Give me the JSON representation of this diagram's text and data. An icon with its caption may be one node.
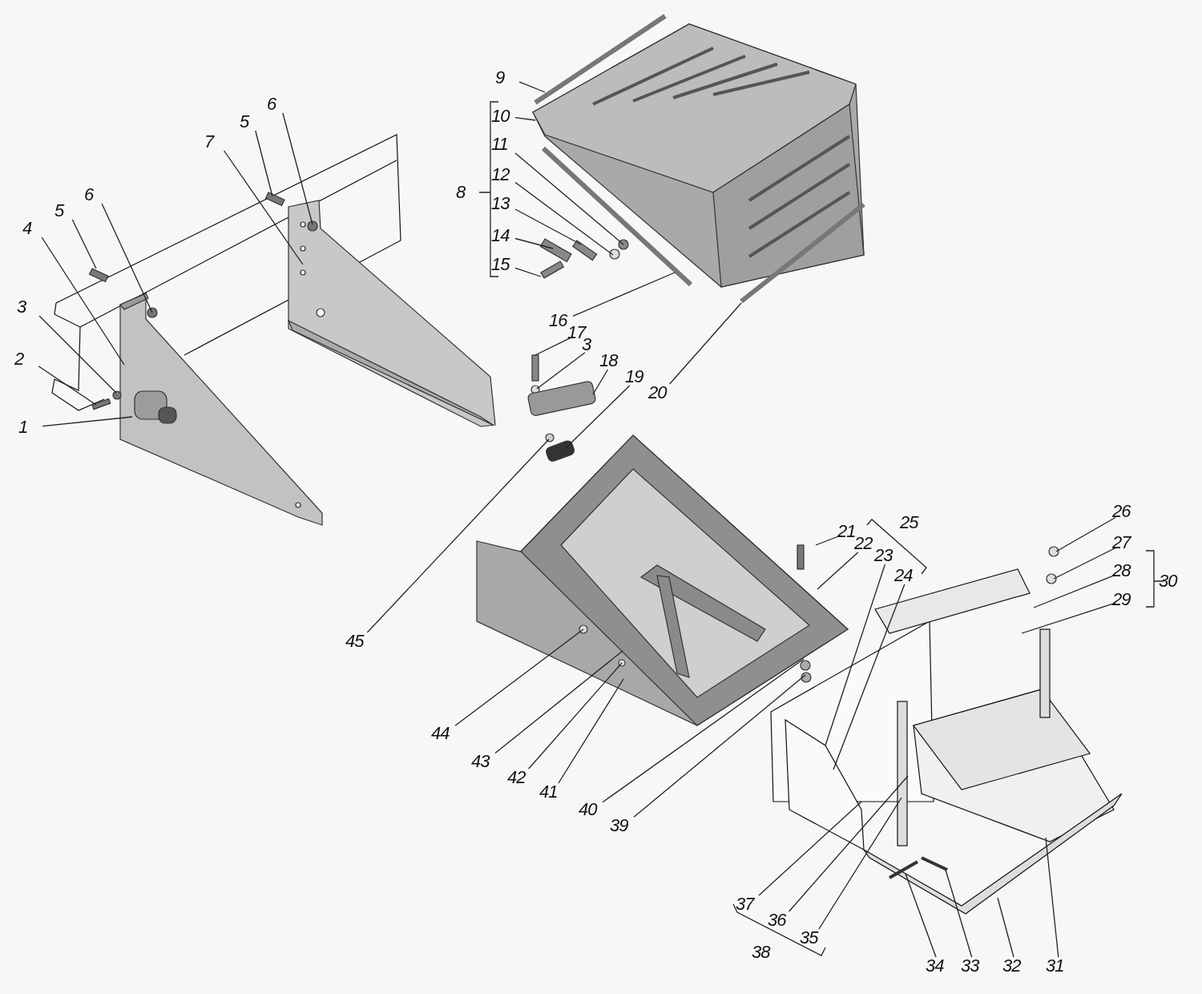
{
  "diagram": {
    "nodes": [
      {
        "text": [
          "1"
        ]
      },
      {
        "text": [
          "2"
        ]
      },
      {
        "text": [
          "3"
        ]
      },
      {
        "text": [
          "4"
        ]
      },
      {
        "text": [
          "5"
        ]
      },
      {
        "text": [
          "6"
        ]
      },
      {
        "text": [
          "7"
        ]
      },
      {
        "text": [
          "5"
        ]
      },
      {
        "text": [
          "6"
        ]
      },
      {
        "text": [
          "9"
        ]
      },
      {
        "text": [
          "10"
        ]
      },
      {
        "text": [
          "11"
        ]
      },
      {
        "text": [
          "12"
        ]
      },
      {
        "text": [
          "13"
        ]
      },
      {
        "text": [
          "14"
        ]
      },
      {
        "text": [
          "15"
        ]
      },
      {
        "text": [
          "16"
        ]
      },
      {
        "text": [
          "17"
        ]
      },
      {
        "text": [
          "3"
        ]
      },
      {
        "text": [
          "18"
        ]
      },
      {
        "text": [
          "19"
        ]
      },
      {
        "text": [
          "20"
        ]
      },
      {
        "text": [
          "21"
        ]
      },
      {
        "text": [
          "22"
        ]
      },
      {
        "text": [
          "23"
        ]
      },
      {
        "text": [
          "24"
        ]
      },
      {
        "text": [
          "26"
        ]
      },
      {
        "text": [
          "27"
        ]
      },
      {
        "text": [
          "28"
        ]
      },
      {
        "text": [
          "29"
        ]
      },
      {
        "text": [
          "31"
        ]
      },
      {
        "text": [
          "32"
        ]
      },
      {
        "text": [
          "33"
        ]
      },
      {
        "text": [
          "34"
        ]
      },
      {
        "text": [
          "35"
        ]
      },
      {
        "text": [
          "36"
        ]
      },
      {
        "text": [
          "37"
        ]
      },
      {
        "text": [
          "39"
        ]
      },
      {
        "text": [
          "40"
        ]
      },
      {
        "text": [
          "41"
        ]
      },
      {
        "text": [
          "42"
        ]
      },
      {
        "text": [
          "43"
        ]
      },
      {
        "text": [
          "44"
        ]
      },
      {
        "text": [
          "45"
        ]
      }
    ],
    "edges": [
      {
        "from": 0,
        "to": null,
        "arrow": "none"
      },
      {
        "from": 1,
        "to": null,
        "arrow": "none"
      },
      {
        "from": 2,
        "to": null,
        "arrow": "none"
      },
      {
        "from": 3,
        "to": null,
        "arrow": "none"
      },
      {
        "from": 4,
        "to": null,
        "arrow": "none"
      },
      {
        "from": 5,
        "to": null,
        "arrow": "none"
      },
      {
        "from": 6,
        "to": null,
        "arrow": "none"
      },
      {
        "from": 7,
        "to": null,
        "arrow": "none"
      },
      {
        "from": 8,
        "to": null,
        "arrow": "none"
      },
      {
        "from": 9,
        "to": null,
        "arrow": "none"
      },
      {
        "from": 10,
        "to": null,
        "arrow": "none"
      },
      {
        "from": 11,
        "to": null,
        "arrow": "none"
      },
      {
        "from": 12,
        "to": null,
        "arrow": "none"
      },
      {
        "from": 13,
        "to": null,
        "arrow": "none"
      },
      {
        "from": 14,
        "to": null,
        "arrow": "none"
      },
      {
        "from": 15,
        "to": null,
        "arrow": "none"
      },
      {
        "from": 16,
        "to": null,
        "arrow": "none"
      },
      {
        "from": 17,
        "to": null,
        "arrow": "none"
      },
      {
        "from": 18,
        "to": null,
        "arrow": "none"
      },
      {
        "from": 19,
        "to": null,
        "arrow": "none"
      },
      {
        "from": 20,
        "to": null,
        "arrow": "none"
      },
      {
        "from": 21,
        "to": null,
        "arrow": "none"
      },
      {
        "from": 22,
        "to": null,
        "arrow": "none"
      },
      {
        "from": 23,
        "to": null,
        "arrow": "none"
      },
      {
        "from": 24,
        "to": null,
        "arrow": "none"
      },
      {
        "from": 25,
        "to": null,
        "arrow": "none"
      },
      {
        "from": 26,
        "to": null,
        "arrow": "none"
      },
      {
        "from": 27,
        "to": null,
        "arrow": "none"
      },
      {
        "from": 28,
        "to": null,
        "arrow": "none"
      },
      {
        "from": 29,
        "to": null,
        "arrow": "none"
      },
      {
        "from": 30,
        "to": null,
        "arrow": "none"
      },
      {
        "from": 31,
        "to": null,
        "arrow": "none"
      },
      {
        "from": 32,
        "to": null,
        "arrow": "none"
      },
      {
        "from": 33,
        "to": null,
        "arrow": "none"
      },
      {
        "from": 34,
        "to": null,
        "arrow": "none"
      },
      {
        "from": 35,
        "to": null,
        "arrow": "none"
      },
      {
        "from": 36,
        "to": null,
        "arrow": "none"
      },
      {
        "from": 37,
        "to": null,
        "arrow": "none"
      },
      {
        "from": 38,
        "to": null,
        "arrow": "none"
      },
      {
        "from": 39,
        "to": null,
        "arrow": "none"
      },
      {
        "from": 40,
        "to": null,
        "arrow": "none"
      },
      {
        "from": 41,
        "to": null,
        "arrow": "none"
      },
      {
        "from": 42,
        "to": null,
        "arrow": "none"
      },
      {
        "from": 43,
        "to": null,
        "arrow": "none"
      }
    ],
    "labels": [
      "8",
      "25",
      "30",
      "38"
    ]
  }
}
